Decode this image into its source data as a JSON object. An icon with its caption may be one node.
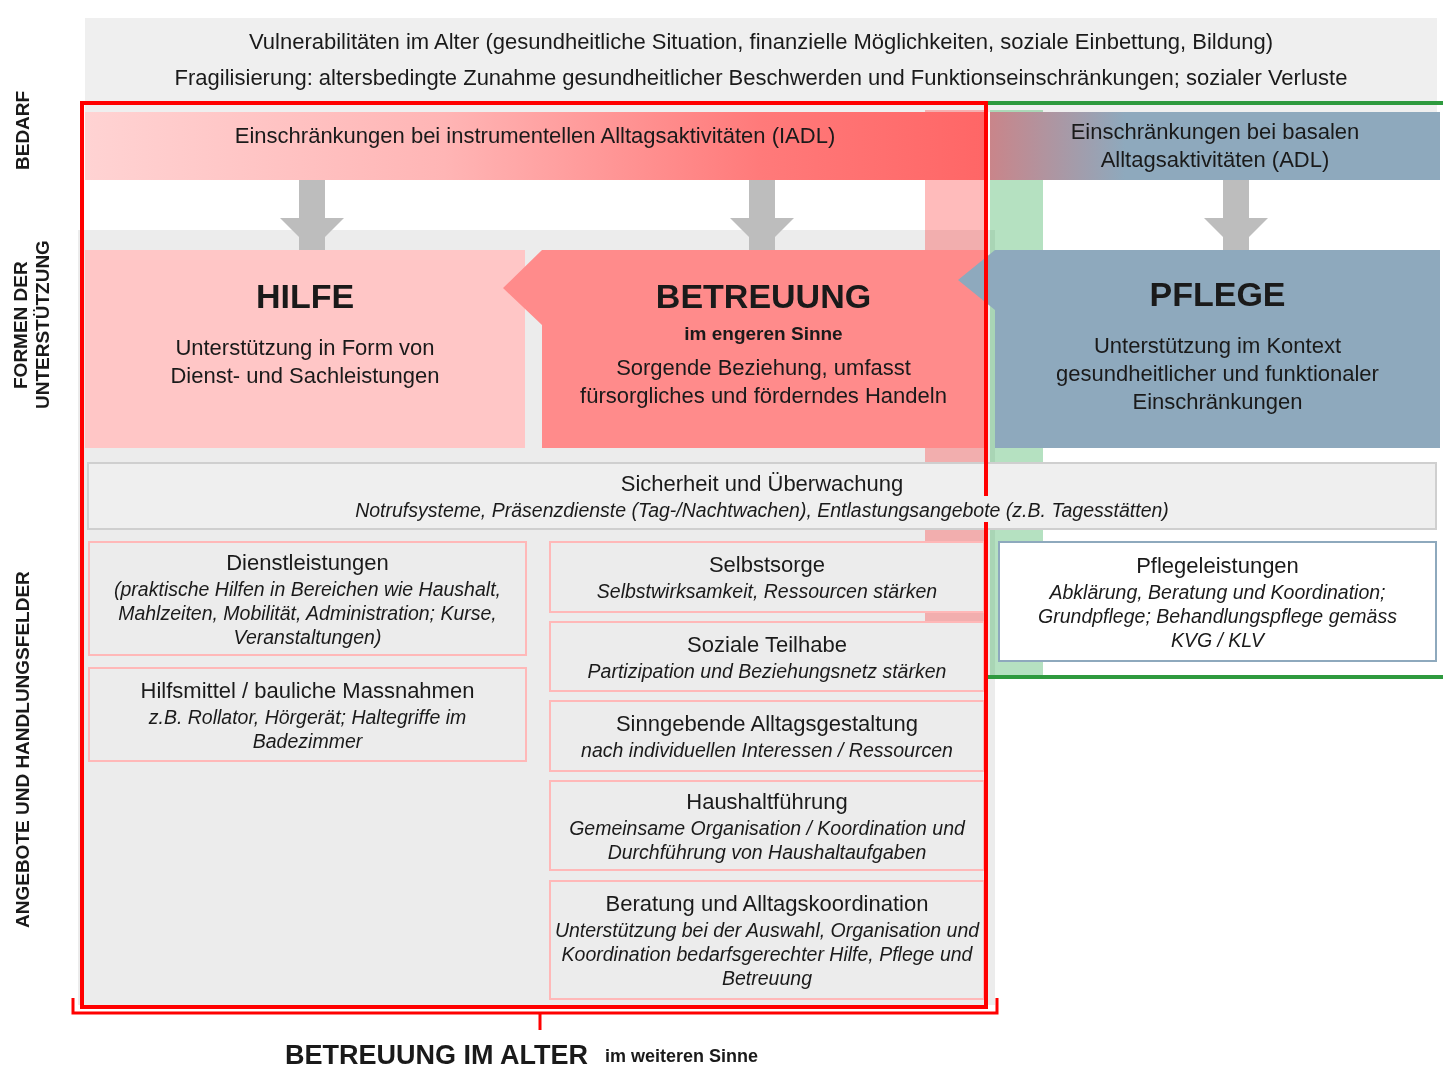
{
  "diagram": {
    "nodes": [
      {
        "text": [
          "Vulnerabilitäten im Alter (gesundheitliche Situation, finanzielle Möglichkeiten, soziale Einbettung, Bildung)",
          "Fragilisierung: altersbedingte Zunahme gesundheitlicher Beschwerden und Funktionseinschränkungen; sozialer Verluste"
        ]
      },
      {
        "text": [
          "Einschränkungen bei instrumentellen Alltagsaktivitäten (IADL)"
        ]
      },
      {
        "text": [
          "Einschränkungen bei basalen Alltagsaktivitäten (ADL)"
        ]
      },
      {
        "text": [
          "HILFE",
          "Unterstützung in Form von Dienst- und Sachleistungen"
        ]
      },
      {
        "text": [
          "BETREUUNG",
          "im engeren Sinne",
          "Sorgende Beziehung, umfasst fürsorgliches und förderndes Handeln"
        ]
      },
      {
        "text": [
          "PFLEGE",
          "Unterstützung im Kontext gesundheitlicher und funktionaler Einschränkungen"
        ]
      },
      {
        "text": [
          "Sicherheit und Überwachung",
          "Notrufsysteme, Präsenzdienste (Tag-/Nachtwachen), Entlastungsangebote (z.B. Tagesstätten)"
        ]
      },
      {
        "text": [
          "Dienstleistungen",
          "(praktische Hilfen in Bereichen wie Haushalt, Mahlzeiten, Mobilität, Administration; Kurse, Veranstaltungen)"
        ]
      },
      {
        "text": [
          "Hilfsmittel / bauliche Massnahmen",
          "z.B. Rollator, Hörgerät; Haltegriffe im Badezimmer"
        ]
      },
      {
        "text": [
          "Selbstsorge",
          "Selbstwirksamkeit, Ressourcen stärken"
        ]
      },
      {
        "text": [
          "Soziale Teilhabe",
          "Partizipation und Beziehungsnetz stärken"
        ]
      },
      {
        "text": [
          "Sinngebende Alltagsgestaltung",
          "nach individuellen Interessen / Ressourcen"
        ]
      },
      {
        "text": [
          "Haushaltführung",
          "Gemeinsame Organisation / Koordination und Durchführung von Haushaltaufgaben"
        ]
      },
      {
        "text": [
          "Beratung und Alltagskoordination",
          "Unterstützung bei der Auswahl, Organisation und Koordination bedarfsgerechter Hilfe, Pflege und Betreuung"
        ]
      },
      {
        "text": [
          "Pflegeleistungen",
          "Abklärung, Beratung und Koordination; Grundpflege; Behandlungspflege gemäss KVG / KLV"
        ]
      }
    ],
    "edges": [
      {
        "from": 1,
        "to": 3,
        "arrow": "to"
      },
      {
        "from": 1,
        "to": 4,
        "arrow": "to"
      },
      {
        "from": 2,
        "to": 5,
        "arrow": "to"
      }
    ],
    "labels": [
      "BEDARF",
      "FORMEN DER UNTERSTÜTZUNG",
      "ANGEBOTE UND HANDLUNGSFELDER",
      "BETREUUNG IM ALTER",
      "im weiteren Sinne"
    ]
  }
}
